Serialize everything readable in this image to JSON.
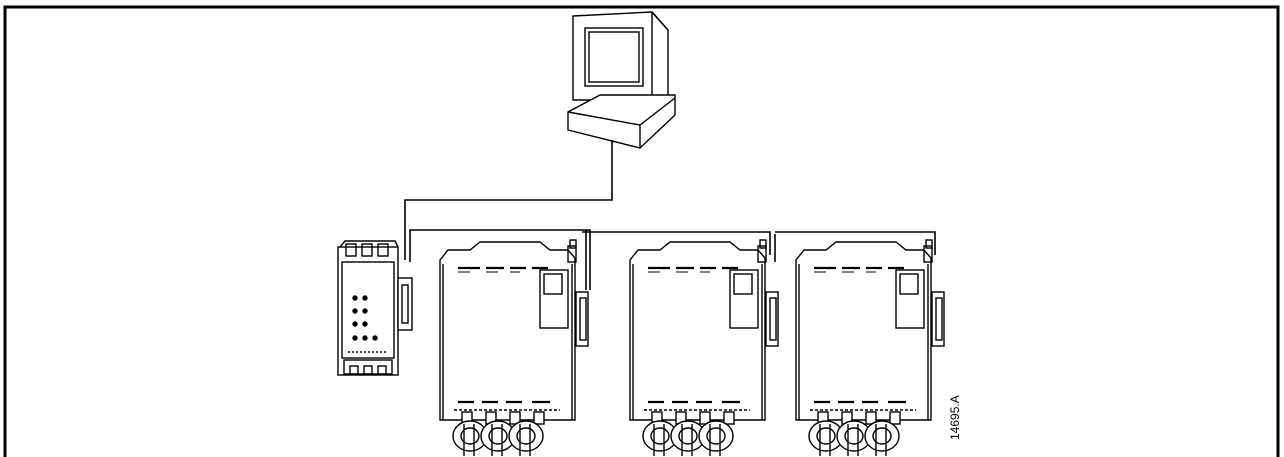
{
  "figure": {
    "reference_code": "14695.A"
  },
  "devices": {
    "computer": "pc-workstation",
    "gateway": "communication-module",
    "starters": [
      "soft-starter",
      "soft-starter",
      "soft-starter"
    ]
  },
  "colors": {
    "line": "#000000",
    "background": "#ffffff"
  }
}
